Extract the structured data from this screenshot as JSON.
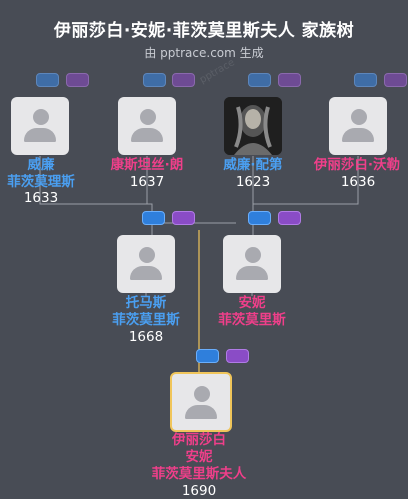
{
  "header": {
    "title": "伊丽莎白·安妮·菲茨莫里斯夫人 家族树",
    "subtitle": "由 pptrace.com 生成",
    "watermark": "pptrace"
  },
  "colors": {
    "male": "#4a9ff1",
    "female": "#ef3f8a",
    "focus_border": "#f0c55a",
    "background": "#484c55"
  },
  "people": {
    "g1_a": {
      "lines": [
        "威廉",
        "菲茨莫理斯"
      ],
      "year": "1633",
      "gender": "male"
    },
    "g1_b": {
      "lines": [
        "康斯坦丝·朗"
      ],
      "year": "1637",
      "gender": "female"
    },
    "g1_c": {
      "lines": [
        "威廉·配第"
      ],
      "year": "1623",
      "gender": "male"
    },
    "g1_d": {
      "lines": [
        "伊丽莎白·沃勒"
      ],
      "year": "1636",
      "gender": "female"
    },
    "g2_a": {
      "lines": [
        "托马斯",
        "菲茨莫里斯"
      ],
      "year": "1668",
      "gender": "male"
    },
    "g2_b": {
      "lines": [
        "安妮",
        "菲茨莫里斯"
      ],
      "year": "",
      "gender": "female"
    },
    "g3_a": {
      "lines": [
        "伊丽莎白",
        "安妮",
        "菲茨莫里斯夫人"
      ],
      "year": "1690",
      "gender": "female"
    }
  }
}
